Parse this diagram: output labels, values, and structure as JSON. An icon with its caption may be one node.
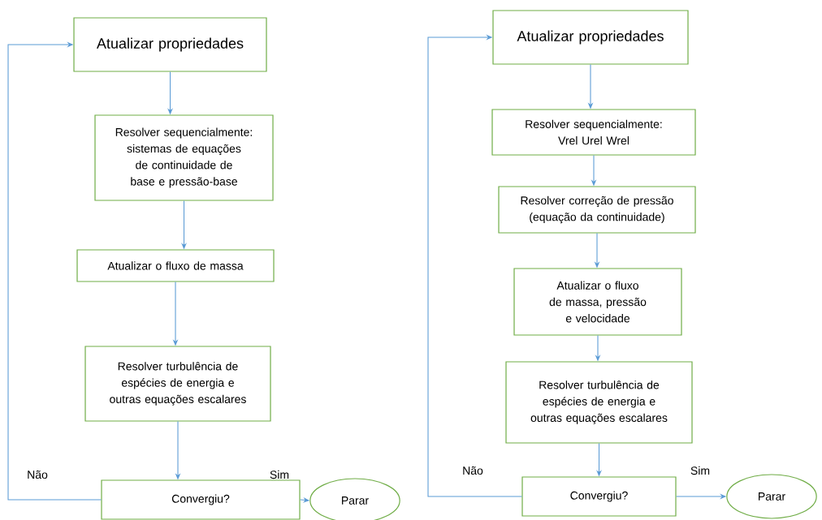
{
  "diagram": {
    "nodes": [
      {
        "text": [
          "Atualizar propriedades"
        ]
      },
      {
        "text": [
          "Resolver sequencialmente: sistemas de equações de continuidade de base e pressão-base"
        ]
      },
      {
        "text": [
          "Atualizar o fluxo de massa"
        ]
      },
      {
        "text": [
          "Resolver turbulência de espécies de energia e outras equações escalares"
        ]
      },
      {
        "text": [
          "Convergiu?"
        ]
      },
      {
        "text": [
          "Parar"
        ]
      },
      {
        "text": [
          "Atualizar propriedades"
        ]
      },
      {
        "text": [
          "Resolver sequencialmente: Vrel Urel Wrel"
        ]
      },
      {
        "text": [
          "Resolver correção de pressão (equação da continuidade)"
        ]
      },
      {
        "text": [
          "Atualizar o fluxo de massa, pressão e velocidade"
        ]
      },
      {
        "text": [
          "Resolver turbulência de espécies de energia e outras equações escalares"
        ]
      },
      {
        "text": [
          "Convergiu?"
        ]
      },
      {
        "text": [
          "Parar"
        ]
      }
    ],
    "edges": [
      {
        "from": 0,
        "to": 1,
        "arrow": "to"
      },
      {
        "from": 1,
        "to": 2,
        "arrow": "to"
      },
      {
        "from": 2,
        "to": 3,
        "arrow": "to"
      },
      {
        "from": 3,
        "to": 4,
        "arrow": "to"
      },
      {
        "from": 4,
        "to": 5,
        "arrow": "to",
        "label": "Sim"
      },
      {
        "from": 4,
        "to": 0,
        "arrow": "to",
        "label": "Não"
      },
      {
        "from": 6,
        "to": 7,
        "arrow": "to"
      },
      {
        "from": 7,
        "to": 8,
        "arrow": "to"
      },
      {
        "from": 8,
        "to": 9,
        "arrow": "to"
      },
      {
        "from": 9,
        "to": 10,
        "arrow": "to"
      },
      {
        "from": 10,
        "to": 11,
        "arrow": "to"
      },
      {
        "from": 11,
        "to": 12,
        "arrow": "to",
        "label": "Sim"
      },
      {
        "from": 11,
        "to": 6,
        "arrow": "to",
        "label": "Não"
      }
    ]
  }
}
